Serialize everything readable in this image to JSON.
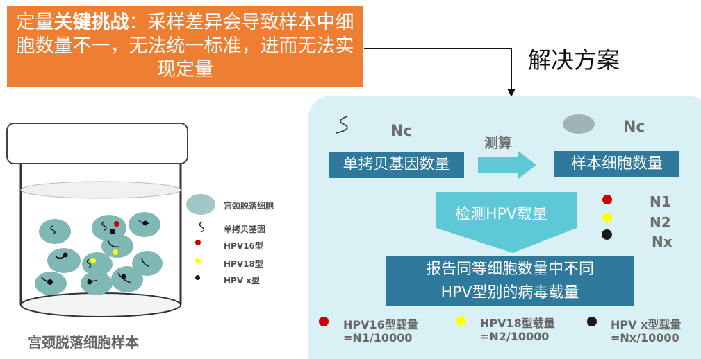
{
  "challenge": {
    "prefix": "定量",
    "bold": "关键挑战",
    "rest": "：采样差异会导致样本中细胞数量不一，无法统一标准，进而无法实现定量"
  },
  "solution_title": "解决方案",
  "jar": {
    "caption": "宫颈脱落细胞样本",
    "legend": {
      "cell": "宫颈脱落细胞",
      "gene": "单拷贝基因",
      "hpv16": "HPV16型",
      "hpv18": "HPV18型",
      "hpvx": "HPV x型"
    }
  },
  "panel": {
    "nc_left": "Nc",
    "nc_right": "Nc",
    "gene_count": "单拷贝基因数量",
    "calc": "测算",
    "cell_count": "样本细胞数量",
    "detect": "检测HPV载量",
    "n1": "N1",
    "n2": "N2",
    "nx": "Nx",
    "report": "报告同等细胞数量中不同HPV型别的病毒载量",
    "load16_line1": "HPV16型载量",
    "load16_line2": "=N1/10000",
    "load18_line1": "HPV18型载量",
    "load18_line2": "=N2/10000",
    "loadx_line1": "HPV x型载量",
    "loadx_line2": "=Nx/10000"
  },
  "colors": {
    "orange": "#ee7e32",
    "panel_bg": "#d9f1f4",
    "dark_blue_box": "#2f7a9c",
    "arrow_teal": "#5ec8d6",
    "cell": "#7fb8b5",
    "red": "#cc0000",
    "yellow": "#ffff00",
    "black": "#1a1a1a"
  },
  "icons": [
    "squiggle-gene-icon",
    "cell-icon",
    "red-dot-icon",
    "yellow-dot-icon",
    "black-dot-icon",
    "arrow-right-icon",
    "arrow-down-icon",
    "connector-arrow"
  ]
}
